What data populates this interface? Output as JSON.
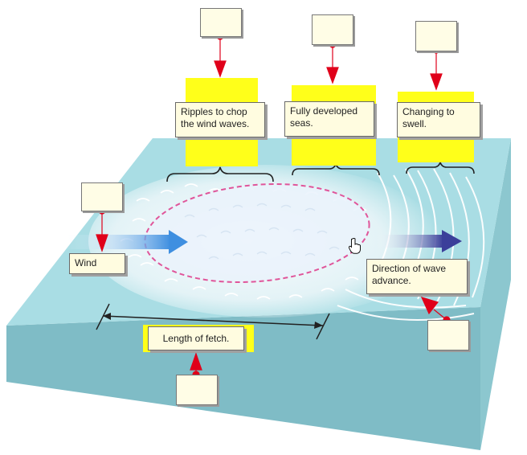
{
  "labels": {
    "ripples": "Ripples to chop the wind waves.",
    "fully_developed": "Fully developed seas.",
    "changing": "Changing to swell.",
    "wind": "Wind",
    "direction": "Direction of wave advance.",
    "fetch": "Length of fetch."
  },
  "colors": {
    "sea_top": "#a9dde4",
    "sea_side": "#8cc7cf",
    "sea_front": "#7fbcc6",
    "highlight_yellow": "#ffff1a",
    "callout_red": "#e0001a",
    "fetch_outline": "#e0559a"
  }
}
